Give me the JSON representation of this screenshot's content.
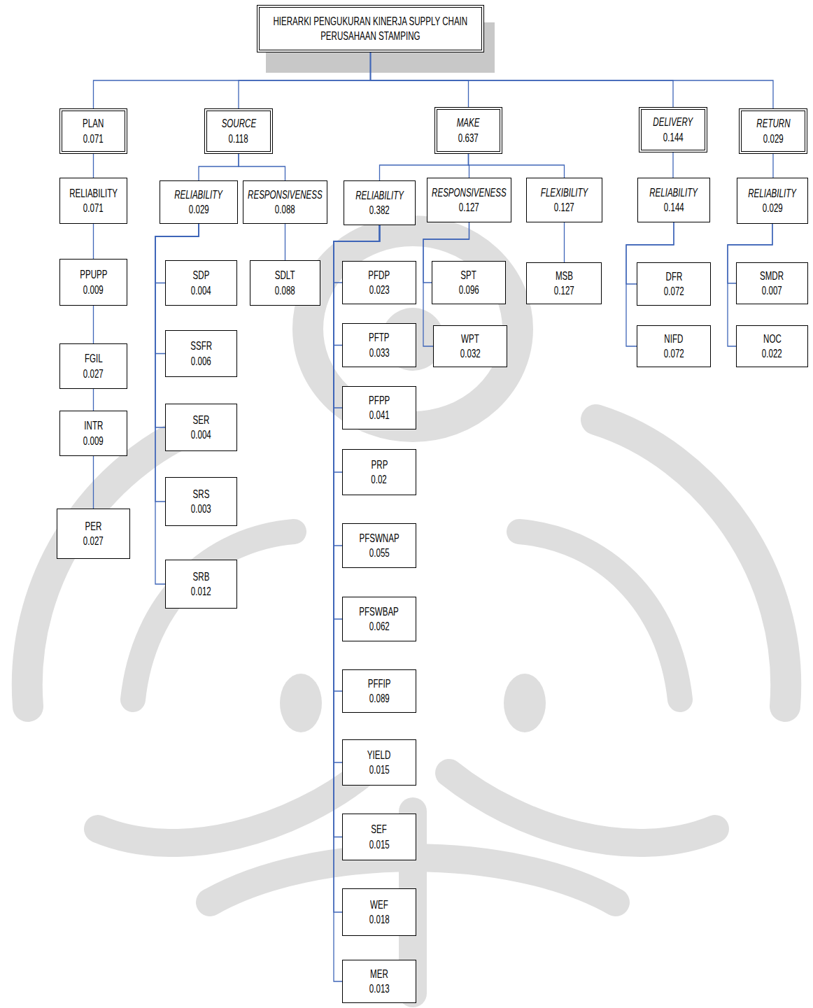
{
  "diagram": {
    "nodes": [
      {
        "text": [
          "HIERARKI PENGUKURAN KINERJA SUPPLY CHAIN PERUSAHAAN STAMPING"
        ]
      },
      {
        "text": [
          "PLAN",
          "0.071"
        ]
      },
      {
        "text": [
          "RELIABILITY",
          "0.071"
        ]
      },
      {
        "text": [
          "PPUPP",
          "0.009"
        ]
      },
      {
        "text": [
          "FGIL",
          "0.027"
        ]
      },
      {
        "text": [
          "INTR",
          "0.009"
        ]
      },
      {
        "text": [
          "PER",
          "0.027"
        ]
      },
      {
        "text": [
          "SOURCE",
          "0.118"
        ]
      },
      {
        "text": [
          "RELIABILITY",
          "0.029"
        ]
      },
      {
        "text": [
          "SDP",
          "0.004"
        ]
      },
      {
        "text": [
          "SSFR",
          "0.006"
        ]
      },
      {
        "text": [
          "SER",
          "0.004"
        ]
      },
      {
        "text": [
          "SRS",
          "0.003"
        ]
      },
      {
        "text": [
          "SRB",
          "0.012"
        ]
      },
      {
        "text": [
          "RESPONSIVENESS",
          "0.088"
        ]
      },
      {
        "text": [
          "SDLT",
          "0.088"
        ]
      },
      {
        "text": [
          "MAKE",
          "0.637"
        ]
      },
      {
        "text": [
          "RELIABILITY",
          "0.382"
        ]
      },
      {
        "text": [
          "PFDP",
          "0.023"
        ]
      },
      {
        "text": [
          "PFTP",
          "0.033"
        ]
      },
      {
        "text": [
          "PFPP",
          "0.041"
        ]
      },
      {
        "text": [
          "PRP",
          "0.02"
        ]
      },
      {
        "text": [
          "PFSWNAP",
          "0.055"
        ]
      },
      {
        "text": [
          "PFSWBAP",
          "0.062"
        ]
      },
      {
        "text": [
          "PFFIP",
          "0.089"
        ]
      },
      {
        "text": [
          "YIELD",
          "0.015"
        ]
      },
      {
        "text": [
          "SEF",
          "0.015"
        ]
      },
      {
        "text": [
          "WEF",
          "0.018"
        ]
      },
      {
        "text": [
          "MER",
          "0.013"
        ]
      },
      {
        "text": [
          "RESPONSIVENESS",
          "0.127"
        ]
      },
      {
        "text": [
          "SPT",
          "0.096"
        ]
      },
      {
        "text": [
          "WPT",
          "0.032"
        ]
      },
      {
        "text": [
          "FLEXIBILITY",
          "0.127"
        ]
      },
      {
        "text": [
          "MSB",
          "0.127"
        ]
      },
      {
        "text": [
          "DELIVERY",
          "0.144"
        ]
      },
      {
        "text": [
          "RELIABILITY",
          "0.144"
        ]
      },
      {
        "text": [
          "DFR",
          "0.072"
        ]
      },
      {
        "text": [
          "NIFD",
          "0.072"
        ]
      },
      {
        "text": [
          "RETURN",
          "0.029"
        ]
      },
      {
        "text": [
          "RELIABILITY",
          "0.029"
        ]
      },
      {
        "text": [
          "SMDR",
          "0.007"
        ]
      },
      {
        "text": [
          "NOC",
          "0.022"
        ]
      }
    ],
    "edges": [
      {
        "from": 0,
        "to": 1,
        "arrow": "none"
      },
      {
        "from": 0,
        "to": 7,
        "arrow": "none"
      },
      {
        "from": 0,
        "to": 16,
        "arrow": "none"
      },
      {
        "from": 0,
        "to": 34,
        "arrow": "none"
      },
      {
        "from": 0,
        "to": 38,
        "arrow": "none"
      },
      {
        "from": 1,
        "to": 2,
        "arrow": "none"
      },
      {
        "from": 2,
        "to": 3,
        "arrow": "none"
      },
      {
        "from": 3,
        "to": 4,
        "arrow": "none"
      },
      {
        "from": 4,
        "to": 5,
        "arrow": "none"
      },
      {
        "from": 5,
        "to": 6,
        "arrow": "none"
      },
      {
        "from": 7,
        "to": 8,
        "arrow": "none"
      },
      {
        "from": 7,
        "to": 14,
        "arrow": "none"
      },
      {
        "from": 8,
        "to": 9,
        "arrow": "none"
      },
      {
        "from": 8,
        "to": 10,
        "arrow": "none"
      },
      {
        "from": 8,
        "to": 11,
        "arrow": "none"
      },
      {
        "from": 8,
        "to": 12,
        "arrow": "none"
      },
      {
        "from": 8,
        "to": 13,
        "arrow": "none"
      },
      {
        "from": 14,
        "to": 15,
        "arrow": "none"
      },
      {
        "from": 16,
        "to": 17,
        "arrow": "none"
      },
      {
        "from": 16,
        "to": 29,
        "arrow": "none"
      },
      {
        "from": 16,
        "to": 32,
        "arrow": "none"
      },
      {
        "from": 17,
        "to": 18,
        "arrow": "none"
      },
      {
        "from": 17,
        "to": 19,
        "arrow": "none"
      },
      {
        "from": 17,
        "to": 20,
        "arrow": "none"
      },
      {
        "from": 17,
        "to": 21,
        "arrow": "none"
      },
      {
        "from": 17,
        "to": 22,
        "arrow": "none"
      },
      {
        "from": 17,
        "to": 23,
        "arrow": "none"
      },
      {
        "from": 17,
        "to": 24,
        "arrow": "none"
      },
      {
        "from": 17,
        "to": 25,
        "arrow": "none"
      },
      {
        "from": 17,
        "to": 26,
        "arrow": "none"
      },
      {
        "from": 17,
        "to": 27,
        "arrow": "none"
      },
      {
        "from": 17,
        "to": 28,
        "arrow": "none"
      },
      {
        "from": 29,
        "to": 30,
        "arrow": "none"
      },
      {
        "from": 29,
        "to": 31,
        "arrow": "none"
      },
      {
        "from": 32,
        "to": 33,
        "arrow": "none"
      },
      {
        "from": 34,
        "to": 35,
        "arrow": "none"
      },
      {
        "from": 35,
        "to": 36,
        "arrow": "none"
      },
      {
        "from": 35,
        "to": 37,
        "arrow": "none"
      },
      {
        "from": 38,
        "to": 39,
        "arrow": "none"
      },
      {
        "from": 39,
        "to": 40,
        "arrow": "none"
      },
      {
        "from": 39,
        "to": 41,
        "arrow": "none"
      }
    ]
  }
}
